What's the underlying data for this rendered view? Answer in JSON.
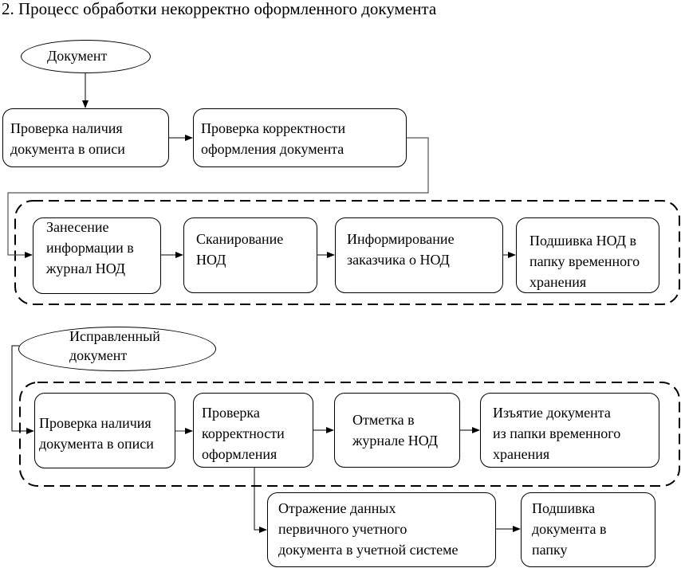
{
  "title": "2. Процесс обработки некорректно оформленного документа",
  "section1": {
    "start": "Документ",
    "steps": [
      "Проверка наличия\nдокумента в описи",
      "Проверка корректности\nоформления документа"
    ],
    "group": [
      "Занесение\nинформации в\nжурнал НОД",
      "Сканирование\nНОД",
      "Информирование\nзаказчика о НОД",
      "Подшивка НОД в\nпапку временного\nхранения"
    ]
  },
  "section2": {
    "start": "Исправленный\nдокумент",
    "group": [
      "Проверка наличия\nдокумента в описи",
      "Проверка\nкорректности\nоформления",
      "Отметка в\nжурнале НОД",
      "Изъятие документа\nиз папки временного\nхранения"
    ],
    "after": [
      "Отражение данных\nпервичного учетного\nдокумента в учетной системе",
      "Подшивка\nдокумента в\nпапку"
    ]
  }
}
